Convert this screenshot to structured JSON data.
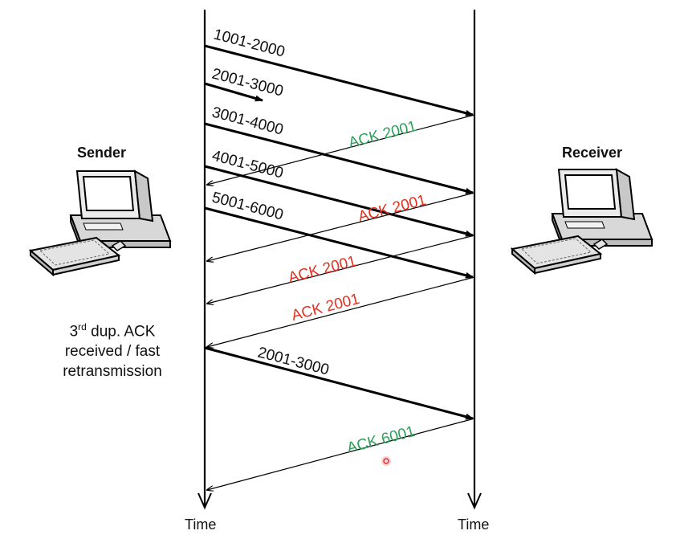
{
  "sender": {
    "title": "Sender"
  },
  "receiver": {
    "title": "Receiver"
  },
  "time_label_left": "Time",
  "time_label_right": "Time",
  "note": {
    "ordinal_number": "3",
    "ordinal_suffix": "rd",
    "line1_rest": " dup. ACK",
    "line2": "received / fast",
    "line3": "retransmission"
  },
  "colors": {
    "line": "#000000",
    "ack_ok": "#2e9e5b",
    "ack_dup": "#e53020",
    "cursor": "#e03030"
  },
  "messages": [
    {
      "label": "1001-2000",
      "direction": "sender-to-receiver",
      "status": "delivered"
    },
    {
      "label": "2001-3000",
      "direction": "sender-to-receiver",
      "status": "lost"
    },
    {
      "label": "3001-4000",
      "direction": "sender-to-receiver",
      "status": "delivered"
    },
    {
      "label": "ACK 2001",
      "direction": "receiver-to-sender",
      "status": "ack",
      "color": "green"
    },
    {
      "label": "4001-5000",
      "direction": "sender-to-receiver",
      "status": "delivered"
    },
    {
      "label": "ACK 2001",
      "direction": "receiver-to-sender",
      "status": "duplicate-ack",
      "color": "red"
    },
    {
      "label": "5001-6000",
      "direction": "sender-to-receiver",
      "status": "delivered"
    },
    {
      "label": "ACK 2001",
      "direction": "receiver-to-sender",
      "status": "duplicate-ack",
      "color": "red"
    },
    {
      "label": "ACK 2001",
      "direction": "receiver-to-sender",
      "status": "duplicate-ack",
      "color": "red"
    },
    {
      "label": "2001-3000",
      "direction": "sender-to-receiver",
      "status": "retransmitted"
    },
    {
      "label": "ACK 6001",
      "direction": "receiver-to-sender",
      "status": "ack",
      "color": "green"
    }
  ]
}
